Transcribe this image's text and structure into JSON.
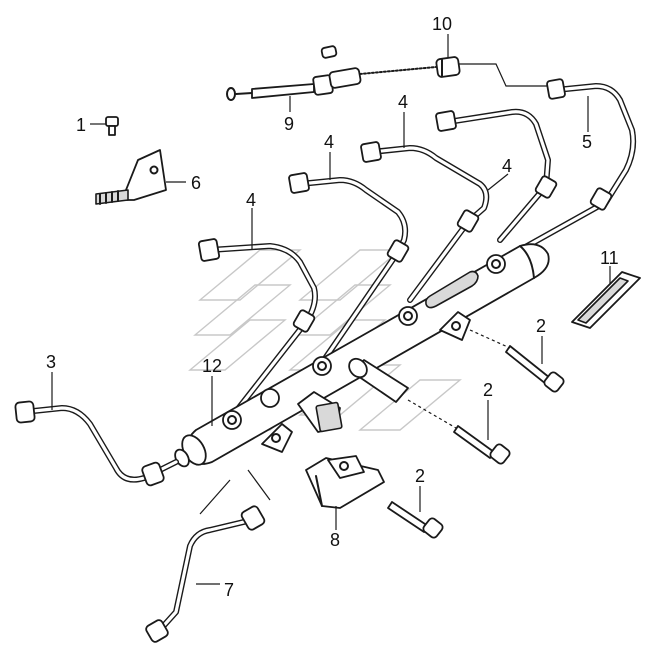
{
  "diagram": {
    "callouts": {
      "c1": "1",
      "c2a": "2",
      "c2b": "2",
      "c2c": "2",
      "c3": "3",
      "c4a": "4",
      "c4b": "4",
      "c4c": "4",
      "c4d": "4",
      "c5": "5",
      "c6": "6",
      "c7": "7",
      "c8": "8",
      "c9": "9",
      "c10": "10",
      "c11": "11",
      "c12": "12"
    }
  }
}
